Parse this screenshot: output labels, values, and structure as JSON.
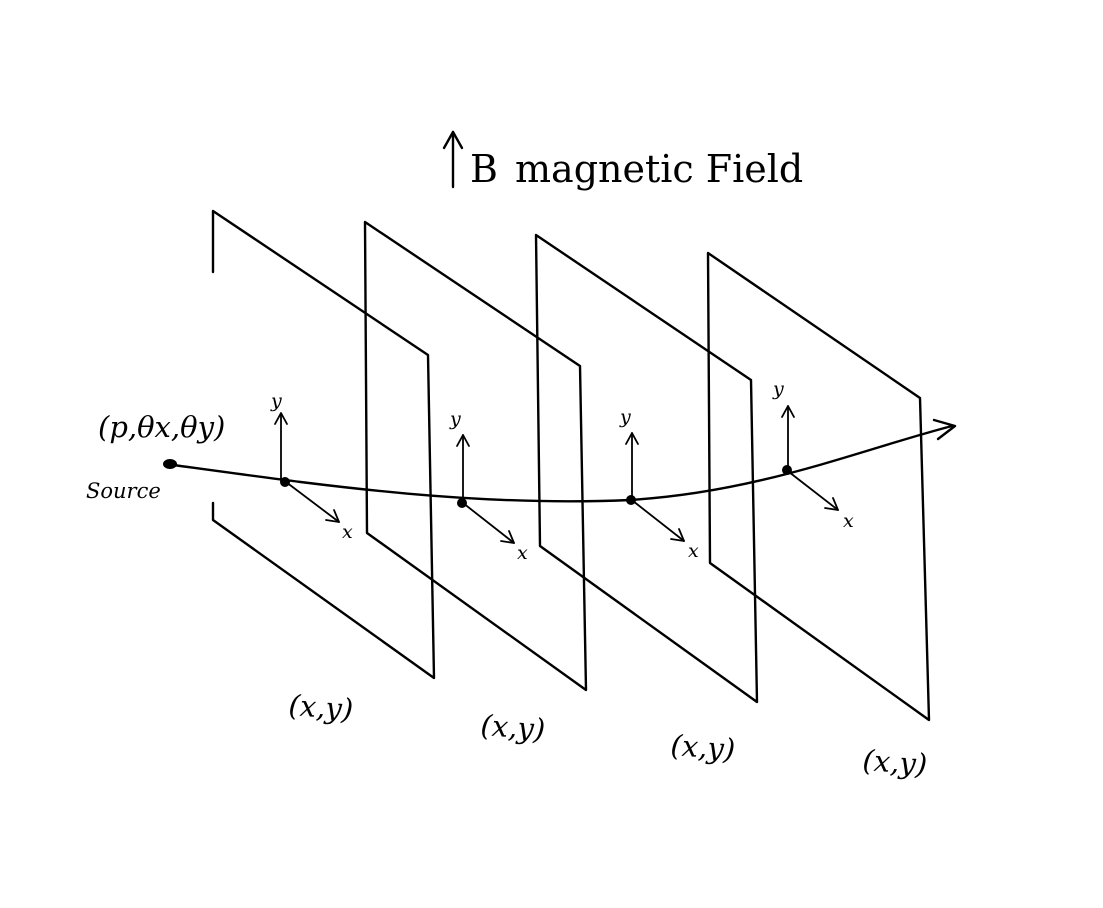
{
  "field": {
    "symbol": "B",
    "label": "magnetic Field"
  },
  "source": {
    "params": "(p,θx,θy)",
    "label": "Source"
  },
  "planes": [
    {
      "axis_x": "x",
      "axis_y": "y",
      "coords": "(x,y)"
    },
    {
      "axis_x": "x",
      "axis_y": "y",
      "coords": "(x,y)"
    },
    {
      "axis_x": "x",
      "axis_y": "y",
      "coords": "(x,y)"
    },
    {
      "axis_x": "x",
      "axis_y": "y",
      "coords": "(x,y)"
    }
  ]
}
